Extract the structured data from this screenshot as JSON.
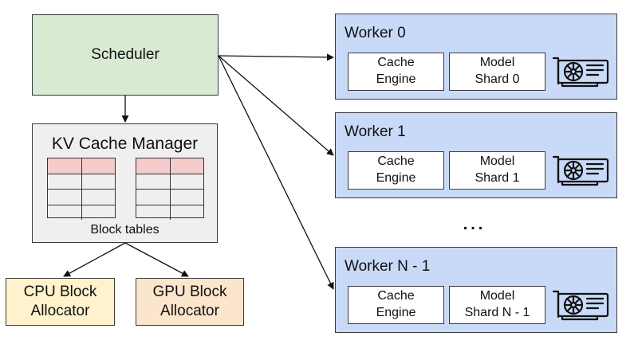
{
  "scheduler": {
    "label": "Scheduler"
  },
  "kv_cache_manager": {
    "title": "KV Cache Manager",
    "subtitle": "Block tables"
  },
  "allocators": {
    "cpu": {
      "line1": "CPU Block",
      "line2": "Allocator"
    },
    "gpu": {
      "line1": "GPU Block",
      "line2": "Allocator"
    }
  },
  "workers": [
    {
      "title": "Worker 0",
      "cache_line1": "Cache",
      "cache_line2": "Engine",
      "shard_line1": "Model",
      "shard_line2": "Shard 0",
      "icon": "gpu-card-icon"
    },
    {
      "title": "Worker 1",
      "cache_line1": "Cache",
      "cache_line2": "Engine",
      "shard_line1": "Model",
      "shard_line2": "Shard 1",
      "icon": "gpu-card-icon"
    },
    {
      "title": "Worker N - 1",
      "cache_line1": "Cache",
      "cache_line2": "Engine",
      "shard_line1": "Model",
      "shard_line2": "Shard N - 1",
      "icon": "gpu-card-icon"
    }
  ],
  "ellipsis": "…",
  "colors": {
    "scheduler": "#d9ead3",
    "kv_manager": "#efefef",
    "table_header": "#f4cccc",
    "cpu_allocator": "#fff2cc",
    "gpu_allocator": "#fce5cd",
    "worker": "#c9daf8"
  }
}
